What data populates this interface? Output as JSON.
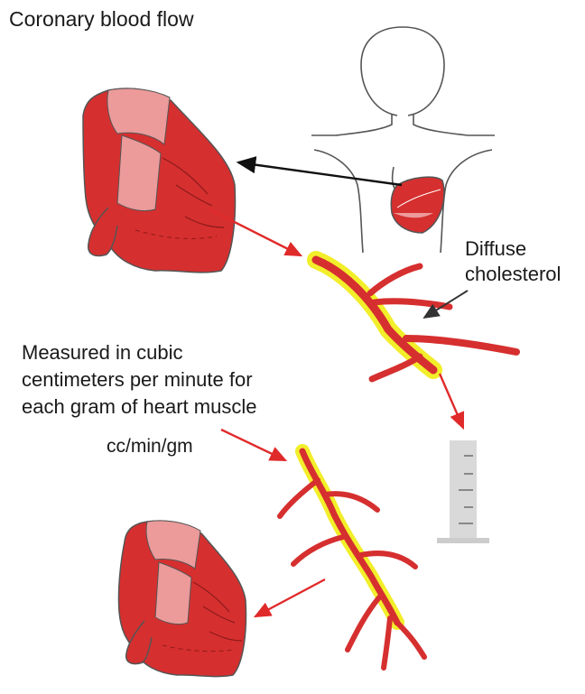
{
  "title": "Coronary blood flow",
  "labels": {
    "diffuse_line1": "Diffuse",
    "diffuse_line2": "cholesterol",
    "measured_line1": "Measured in cubic",
    "measured_line2": "centimeters per minute for",
    "measured_line3": "each gram of heart muscle",
    "unit": "cc/min/gm"
  },
  "colors": {
    "heart_red": "#d62f2f",
    "heart_dark": "#b52424",
    "heart_light": "#ec9a9a",
    "plaque_yellow": "#f2ee2a",
    "arrow_red": "#e02a2a",
    "arrow_black": "#111111",
    "outline": "#555555",
    "gauge_gray": "#d9d9d9"
  }
}
